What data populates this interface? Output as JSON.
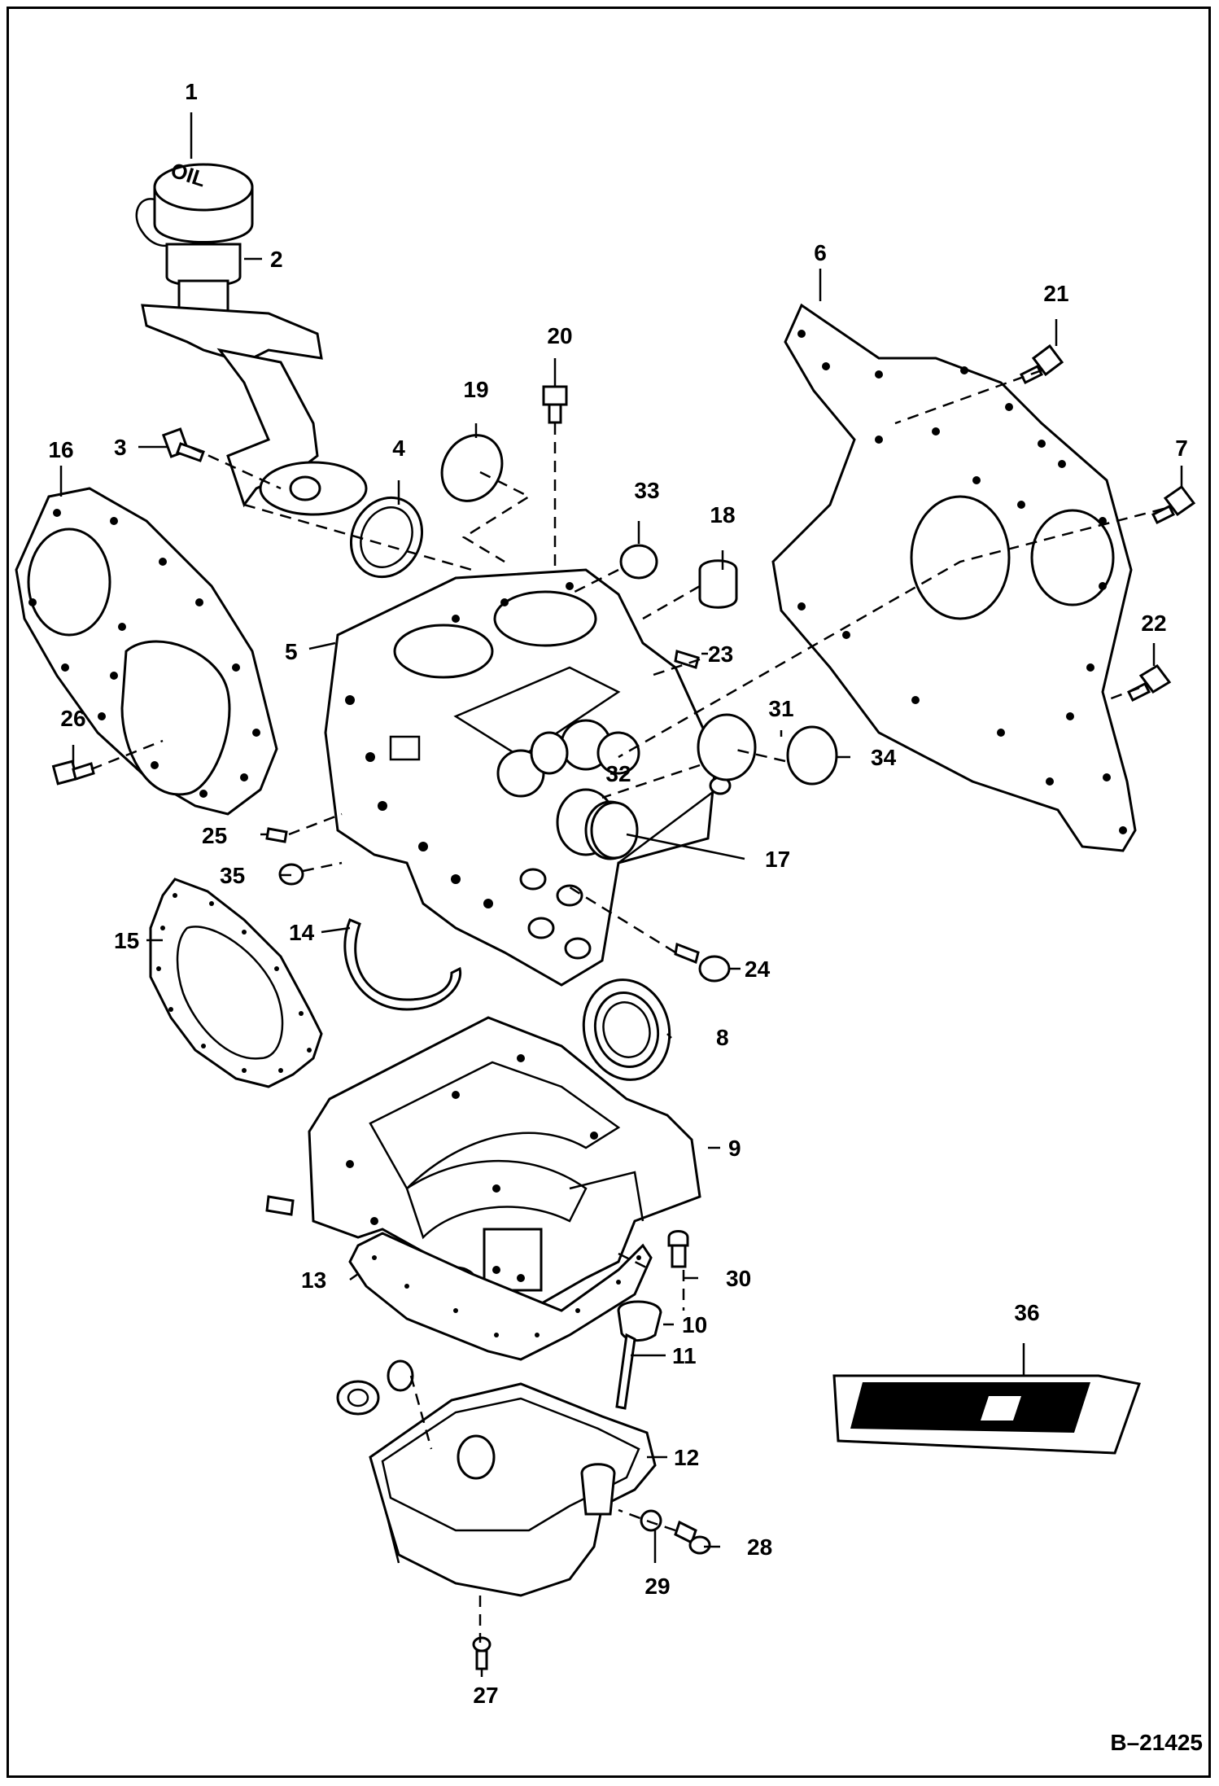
{
  "diagram": {
    "reference_code": "B–21425",
    "cap_text": "OIL",
    "callouts": [
      "1",
      "2",
      "3",
      "4",
      "5",
      "6",
      "7",
      "8",
      "9",
      "10",
      "11",
      "12",
      "13",
      "14",
      "15",
      "16",
      "17",
      "18",
      "19",
      "20",
      "21",
      "22",
      "23",
      "24",
      "25",
      "26",
      "27",
      "28",
      "29",
      "30",
      "31",
      "32",
      "33",
      "34",
      "35",
      "36"
    ]
  }
}
